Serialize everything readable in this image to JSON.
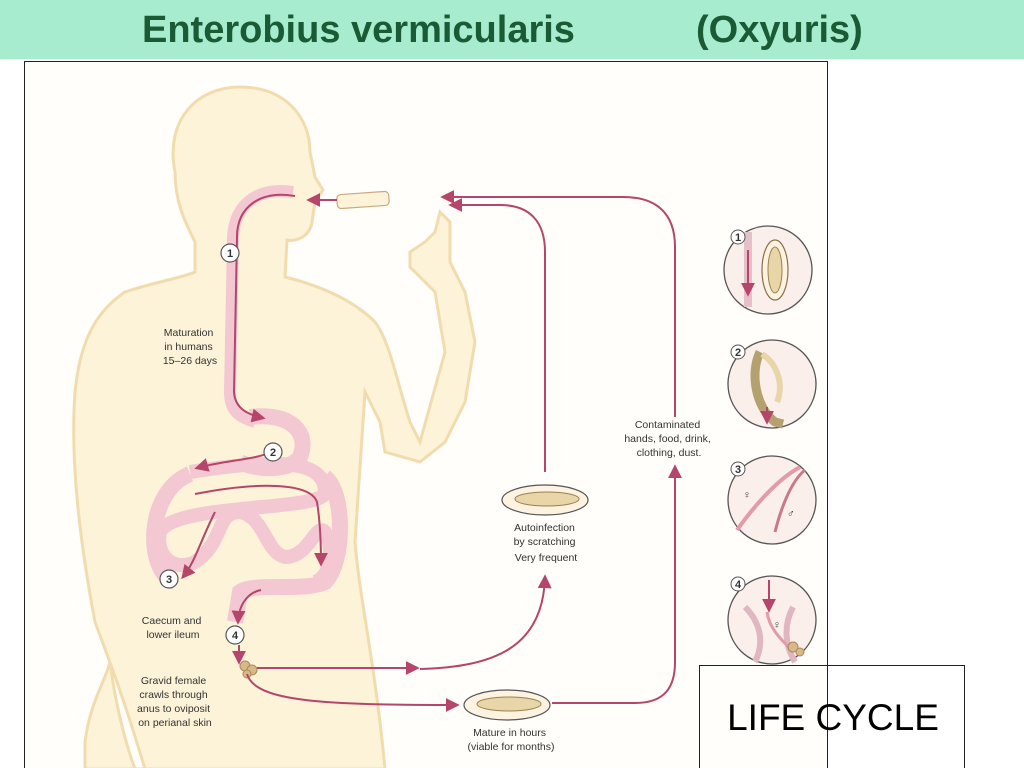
{
  "header": {
    "title": "Enterobius vermicularis",
    "alt_name": "(Oxyuris)"
  },
  "diagram": {
    "stages": [
      "1",
      "2",
      "3",
      "4"
    ],
    "labels": {
      "maturation": [
        "Maturation",
        "in humans",
        "15–26 days"
      ],
      "caecum": [
        "Caecum and",
        "lower ileum"
      ],
      "gravid": [
        "Gravid female",
        "crawls through",
        "anus to oviposit",
        "on perianal skin"
      ],
      "autoinfection": [
        "Autoinfection",
        "by scratching",
        "Very frequent"
      ],
      "mature": [
        "Mature in hours",
        "(viable for months)"
      ],
      "contaminated": [
        "Contaminated",
        "hands, food, drink,",
        "clothing, dust."
      ]
    },
    "symbols": {
      "female": "♀",
      "male": "♂"
    },
    "colors": {
      "arrow": "#b5456a",
      "body_fill": "#fdf3d8",
      "body_stroke": "#f1dcae",
      "gut": "#f3c8d2"
    }
  },
  "life_cycle": {
    "label": "LIFE CYCLE"
  }
}
